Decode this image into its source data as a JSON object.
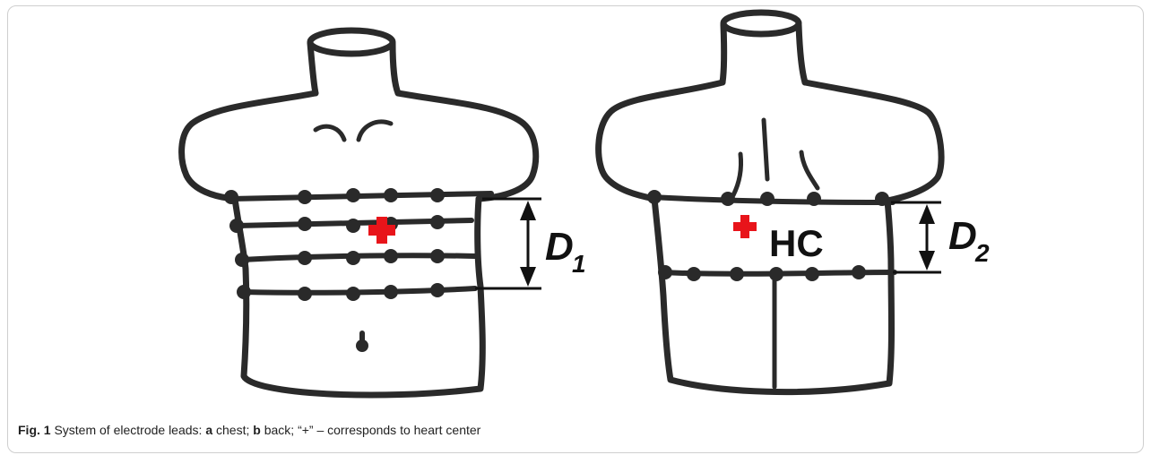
{
  "colors": {
    "ink": "#2a2a2a",
    "heart_marker": "#e8141a",
    "frame_border": "#cfcfcf"
  },
  "figure": {
    "labels": {
      "d1_letter": "D",
      "d1_sub": "1",
      "d2_letter": "D",
      "d2_sub": "2",
      "hc": "HC"
    },
    "caption": {
      "fig_label": "Fig. 1",
      "text_1": " System of electrode leads: ",
      "a_label": "a",
      "text_2": " chest; ",
      "b_label": "b",
      "text_3": " back; “+” – corresponds to heart center"
    }
  }
}
